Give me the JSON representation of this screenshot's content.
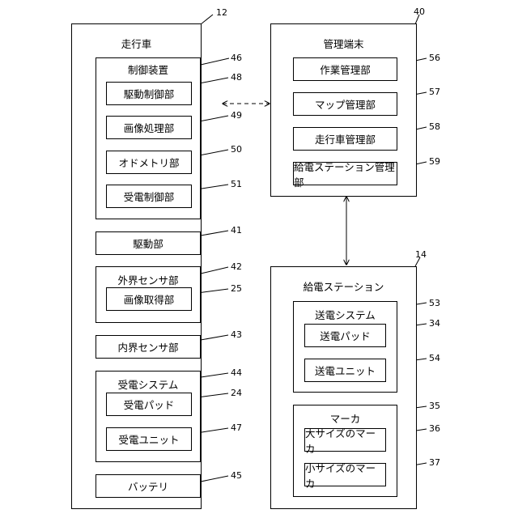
{
  "vehicle": {
    "ref": "12",
    "title": "走行車",
    "control": {
      "ref": "46",
      "title": "制御装置",
      "items": [
        {
          "label": "駆動制御部",
          "ref": "48"
        },
        {
          "label": "画像処理部",
          "ref": "49"
        },
        {
          "label": "オドメトリ部",
          "ref": "50"
        },
        {
          "label": "受電制御部",
          "ref": "51"
        }
      ]
    },
    "drive": {
      "label": "駆動部",
      "ref": "41"
    },
    "external_sensor": {
      "title": "外界センサ部",
      "ref": "42",
      "item": {
        "label": "画像取得部",
        "ref": "25"
      }
    },
    "internal_sensor": {
      "label": "内界センサ部",
      "ref": "43"
    },
    "receiving": {
      "title": "受電システム",
      "ref": "44",
      "items": [
        {
          "label": "受電パッド",
          "ref": "24"
        },
        {
          "label": "受電ユニット",
          "ref": "47"
        }
      ]
    },
    "battery": {
      "label": "バッテリ",
      "ref": "45"
    }
  },
  "terminal": {
    "ref": "40",
    "title": "管理端末",
    "items": [
      {
        "label": "作業管理部",
        "ref": "56"
      },
      {
        "label": "マップ管理部",
        "ref": "57"
      },
      {
        "label": "走行車管理部",
        "ref": "58"
      },
      {
        "label": "給電ステーション管理部",
        "ref": "59"
      }
    ]
  },
  "station": {
    "ref": "14",
    "title": "給電ステーション",
    "transmit": {
      "title": "送電システム",
      "ref": "53",
      "items": [
        {
          "label": "送電パッド",
          "ref": "34"
        },
        {
          "label": "送電ユニット",
          "ref": "54"
        }
      ]
    },
    "marker": {
      "title": "マーカ",
      "ref": "35",
      "items": [
        {
          "label": "大サイズのマーカ",
          "ref": "36"
        },
        {
          "label": "小サイズのマーカ",
          "ref": "37"
        }
      ]
    }
  }
}
